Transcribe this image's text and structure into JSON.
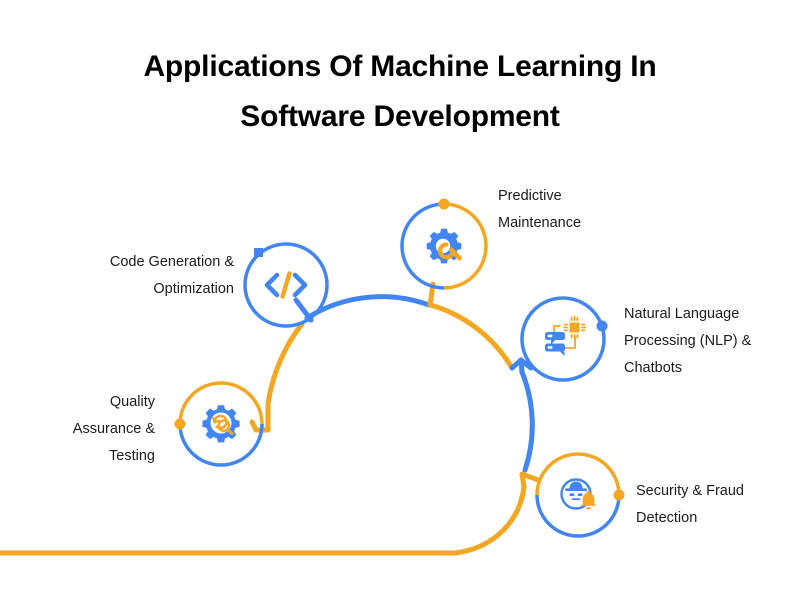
{
  "title": {
    "line1": "Applications Of Machine Learning In",
    "line2": "Software Development"
  },
  "colors": {
    "blue": "#4285F4",
    "orange": "#F5A623",
    "text": "#1b1b1b",
    "title": "#000000",
    "background": "#ffffff"
  },
  "nodes": [
    {
      "id": "predictive-maintenance",
      "label": "Predictive\nMaintenance",
      "icon": "gear-wrench-icon",
      "label_side": "right",
      "ring": {
        "left_arc": "blue",
        "right_arc": "orange",
        "dot": "orange",
        "dot_position": "top"
      }
    },
    {
      "id": "code-generation-optimization",
      "label": "Code Generation &\nOptimization",
      "icon": "code-brackets-icon",
      "label_side": "left",
      "ring": {
        "left_arc": "blue",
        "right_arc": "blue",
        "dot": "blue",
        "dot_position": "top-left"
      }
    },
    {
      "id": "natural-language-processing-chatbots",
      "label": "Natural Language\nProcessing (NLP) &\nChatbots",
      "icon": "server-chip-icon",
      "label_side": "right",
      "ring": {
        "left_arc": "blue",
        "right_arc": "blue",
        "dot": "blue",
        "dot_position": "right"
      }
    },
    {
      "id": "quality-assurance-testing",
      "label": "Quality\nAssurance &\nTesting",
      "icon": "gear-magnifier-icon",
      "label_side": "left",
      "ring": {
        "left_arc": "orange",
        "right_arc": "blue",
        "dot": "orange",
        "dot_position": "left"
      }
    },
    {
      "id": "security-fraud-detection",
      "label": "Security & Fraud\nDetection",
      "icon": "spy-bell-icon",
      "label_side": "right",
      "ring": {
        "left_arc": "orange",
        "right_arc": "blue",
        "dot": "orange",
        "dot_position": "right"
      }
    }
  ]
}
